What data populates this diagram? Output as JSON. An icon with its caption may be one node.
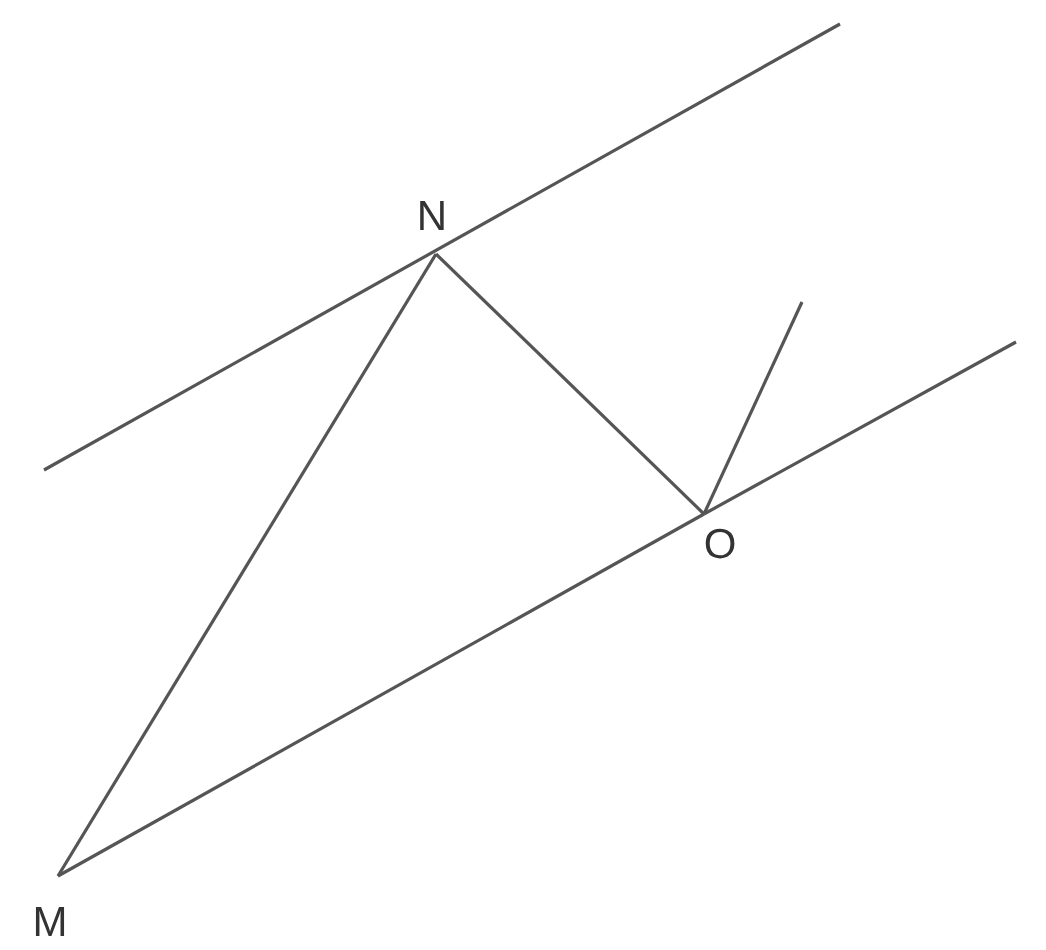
{
  "diagram": {
    "nodes": [
      {
        "text": [
          "N"
        ]
      },
      {
        "text": [
          "O"
        ]
      },
      {
        "text": [
          "M"
        ]
      }
    ],
    "edges": [
      {
        "from": 2,
        "to": 0,
        "arrow": "none"
      },
      {
        "from": 0,
        "to": 1,
        "arrow": "none"
      },
      {
        "from": 2,
        "to": 1,
        "arrow": "none"
      },
      {
        "from": 1,
        "to": null,
        "arrow": "none"
      }
    ]
  }
}
